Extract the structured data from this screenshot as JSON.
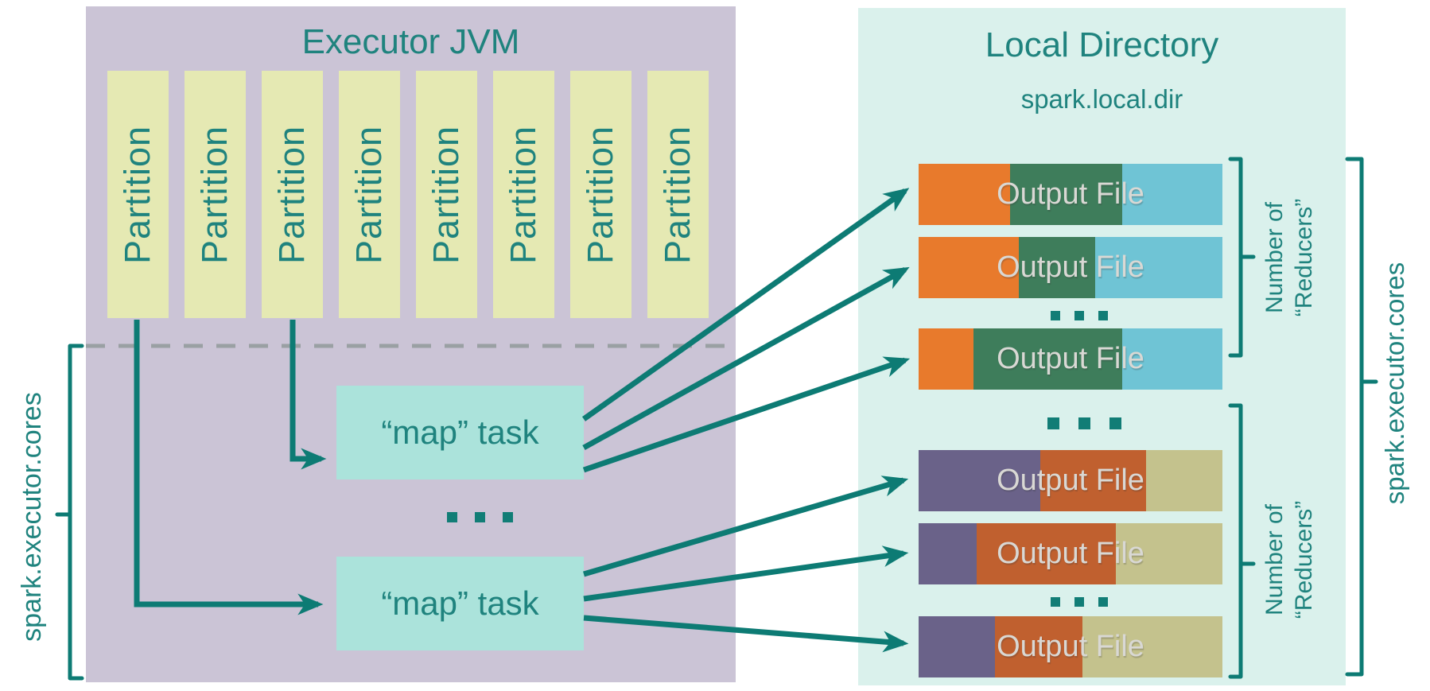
{
  "colors": {
    "canvas_bg": "#ffffff",
    "executor_bg": "#cbc4d6",
    "partition_bg": "#e5e9b3",
    "map_task_bg": "#abe3db",
    "local_dir_bg": "#daf1ec",
    "teal_text": "#1f837e",
    "arrow_teal": "#0d7b74",
    "dash_gray": "#9aa0a3",
    "output_file_text": "#d9d8d4"
  },
  "executor": {
    "title": "Executor JVM",
    "partitions": [
      "Partition",
      "Partition",
      "Partition",
      "Partition",
      "Partition",
      "Partition",
      "Partition",
      "Partition"
    ],
    "map_tasks": [
      {
        "label": "“map” task"
      },
      {
        "label": "“map” task"
      }
    ],
    "ellipsis": "...",
    "cores_bracket_label": "spark.executor.cores"
  },
  "local_directory": {
    "title": "Local Directory",
    "subtitle": "spark.local.dir",
    "ellipsis": "...",
    "outer_bracket_label": "spark.executor.cores",
    "groups": [
      {
        "bracket_label_line1": "Number of",
        "bracket_label_line2": "“Reducers”",
        "ellipsis": "...",
        "bars": [
          {
            "label": "Output File",
            "segments": [
              {
                "color": "#e87a2c",
                "width": "30%"
              },
              {
                "color": "#3e7d5b",
                "width": "37%"
              },
              {
                "color": "#6fc4d5",
                "width": "33%"
              }
            ]
          },
          {
            "label": "Output File",
            "segments": [
              {
                "color": "#e87a2c",
                "width": "33%"
              },
              {
                "color": "#3e7d5b",
                "width": "25%"
              },
              {
                "color": "#6fc4d5",
                "width": "42%"
              }
            ]
          },
          {
            "label": "Output File",
            "segments": [
              {
                "color": "#e87a2c",
                "width": "18%"
              },
              {
                "color": "#3e7d5b",
                "width": "49%"
              },
              {
                "color": "#6fc4d5",
                "width": "33%"
              }
            ]
          }
        ]
      },
      {
        "bracket_label_line1": "Number of",
        "bracket_label_line2": "“Reducers”",
        "ellipsis": "...",
        "bars": [
          {
            "label": "Output File",
            "segments": [
              {
                "color": "#6a6289",
                "width": "40%"
              },
              {
                "color": "#c0602f",
                "width": "35%"
              },
              {
                "color": "#c4c28d",
                "width": "25%"
              }
            ]
          },
          {
            "label": "Output File",
            "segments": [
              {
                "color": "#6a6289",
                "width": "19%"
              },
              {
                "color": "#c0602f",
                "width": "46%"
              },
              {
                "color": "#c4c28d",
                "width": "35%"
              }
            ]
          },
          {
            "label": "Output File",
            "segments": [
              {
                "color": "#6a6289",
                "width": "25%"
              },
              {
                "color": "#c0602f",
                "width": "29%"
              },
              {
                "color": "#c4c28d",
                "width": "46%"
              }
            ]
          }
        ]
      }
    ]
  }
}
